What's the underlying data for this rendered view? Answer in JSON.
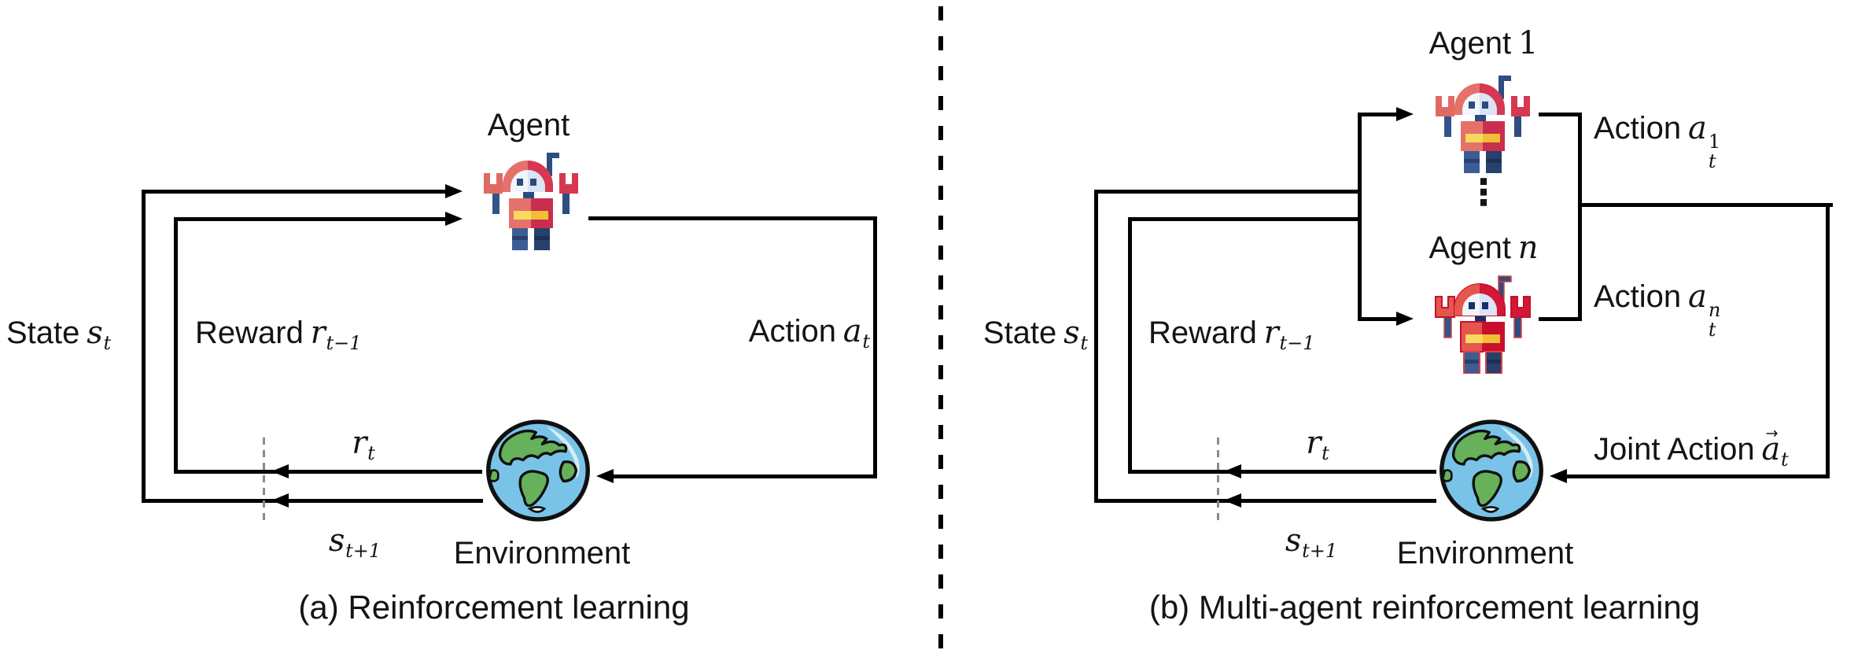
{
  "figure": {
    "background": "#ffffff",
    "line_color": "#000000",
    "dash_boundary_color": "#8a8a8a"
  },
  "colors": {
    "robot_salmon": "#e4726b",
    "robot_crimson": "#d63852",
    "robot_n_red": "#d21836",
    "robot_blue": "#33548a",
    "robot_dark_blue": "#27406e",
    "robot_yellow": "#f0bf35",
    "earth_ocean": "#7ac3e8",
    "earth_land": "#66b15a"
  },
  "panel_a": {
    "agent_label": "Agent",
    "state_word": "State",
    "state_var": "s",
    "state_sub": "t",
    "reward_word": "Reward",
    "reward_var": "r",
    "reward_sub": "t−1",
    "action_word": "Action",
    "action_var": "a",
    "action_sub": "t",
    "rt_var": "r",
    "rt_sub": "t",
    "st1_var": "s",
    "st1_sub": "t+1",
    "environment_label": "Environment",
    "caption": "(a) Reinforcement learning"
  },
  "panel_b": {
    "agent1_word": "Agent",
    "agent1_num": "1",
    "dots": "⋮",
    "agentn_word": "Agent",
    "agentn_var": "n",
    "action1_word": "Action",
    "action1_var": "a",
    "action1_sub": "t",
    "action1_sup": "1",
    "actionn_word": "Action",
    "actionn_var": "a",
    "actionn_sub": "t",
    "actionn_sup": "n",
    "joint_word": "Joint Action",
    "joint_var": "a",
    "joint_sub": "t",
    "vec_arrow": "→",
    "state_word": "State",
    "state_var": "s",
    "state_sub": "t",
    "reward_word": "Reward",
    "reward_var": "r",
    "reward_sub": "t−1",
    "rt_var": "r",
    "rt_sub": "t",
    "st1_var": "s",
    "st1_sub": "t+1",
    "environment_label": "Environment",
    "caption": "(b) Multi-agent reinforcement learning"
  }
}
